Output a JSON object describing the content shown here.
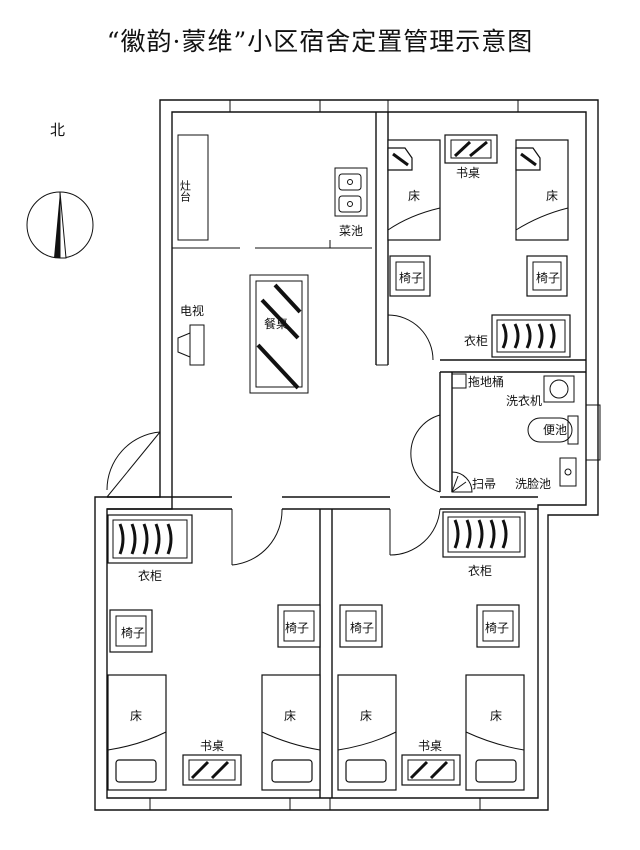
{
  "title": "“徽韵·蒙维”小区宿舍定置管理示意图",
  "north": "北",
  "labels": {
    "counter": "灶台",
    "vegetable_sink": "菜池",
    "tv": "电视",
    "dining_table": "餐桌",
    "bed": "床",
    "desk": "书桌",
    "chair": "椅子",
    "wardrobe": "衣柜",
    "mop_bucket": "拖地桶",
    "washing_machine": "洗衣机",
    "toilet": "便池",
    "broom": "扫帚",
    "wash_basin": "洗脸池"
  },
  "colors": {
    "line": "#111111",
    "background": "#ffffff"
  }
}
